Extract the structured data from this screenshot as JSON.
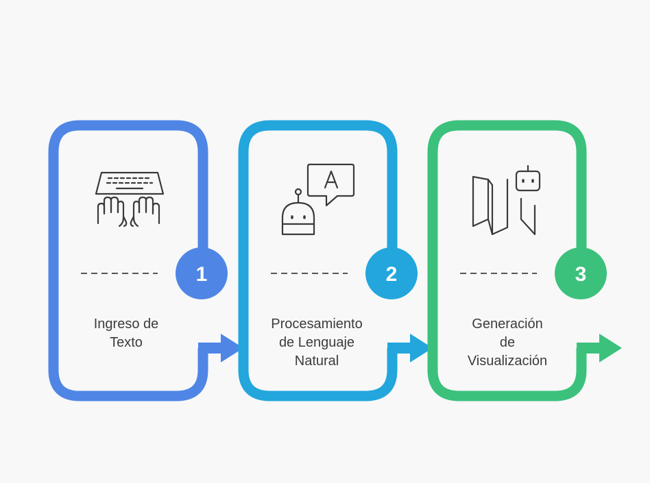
{
  "steps": [
    {
      "number": "1",
      "label_lines": [
        "Ingreso de",
        "Texto"
      ],
      "color": "#4f86e6",
      "icon": "keyboard-typing-icon"
    },
    {
      "number": "2",
      "label_lines": [
        "Procesamiento",
        "de Lenguaje",
        "Natural"
      ],
      "color": "#22a6dc",
      "icon": "chatbot-translate-icon"
    },
    {
      "number": "3",
      "label_lines": [
        "Generación",
        "de",
        "Visualización"
      ],
      "color": "#3cc17d",
      "icon": "map-robot-icon"
    }
  ],
  "colors": {
    "background": "#f8f8f8",
    "icon_stroke": "#3a3a3a",
    "text": "#3c3c3c",
    "dash": "#555555"
  }
}
